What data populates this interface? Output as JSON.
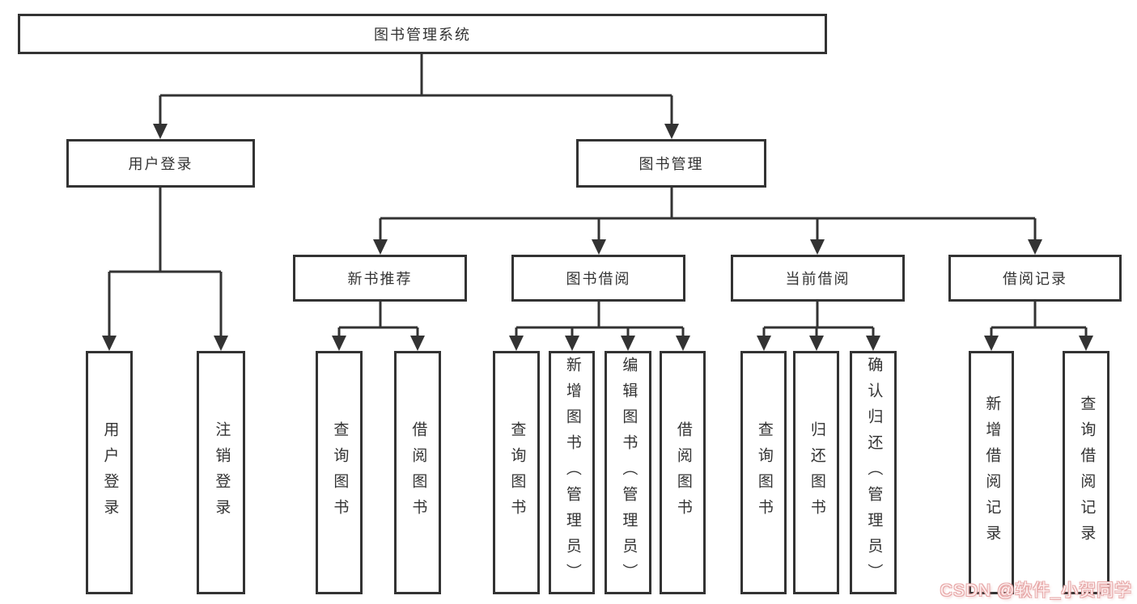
{
  "tree": {
    "label": "图书管理系统",
    "children": [
      {
        "label": "用户登录",
        "children": [
          {
            "label": "用户登录"
          },
          {
            "label": "注销登录"
          }
        ]
      },
      {
        "label": "图书管理",
        "children": [
          {
            "label": "新书推荐",
            "children": [
              {
                "label": "查询图书"
              },
              {
                "label": "借阅图书"
              }
            ]
          },
          {
            "label": "图书借阅",
            "children": [
              {
                "label": "查询图书"
              },
              {
                "label": "新增图书（管理员）"
              },
              {
                "label": "编辑图书（管理员）"
              },
              {
                "label": "借阅图书"
              }
            ]
          },
          {
            "label": "当前借阅",
            "children": [
              {
                "label": "查询图书"
              },
              {
                "label": "归还图书"
              },
              {
                "label": "确认归还（管理员）"
              }
            ]
          },
          {
            "label": "借阅记录",
            "children": [
              {
                "label": "新增借阅记录"
              },
              {
                "label": "查询借阅记录"
              }
            ]
          }
        ]
      }
    ]
  },
  "watermark": {
    "text": "CSDN @软件_小贺同学",
    "color": "#e7a8a8"
  },
  "colors": {
    "line": "#333333",
    "border": "#333333",
    "text": "#333333",
    "background": "#ffffff"
  }
}
